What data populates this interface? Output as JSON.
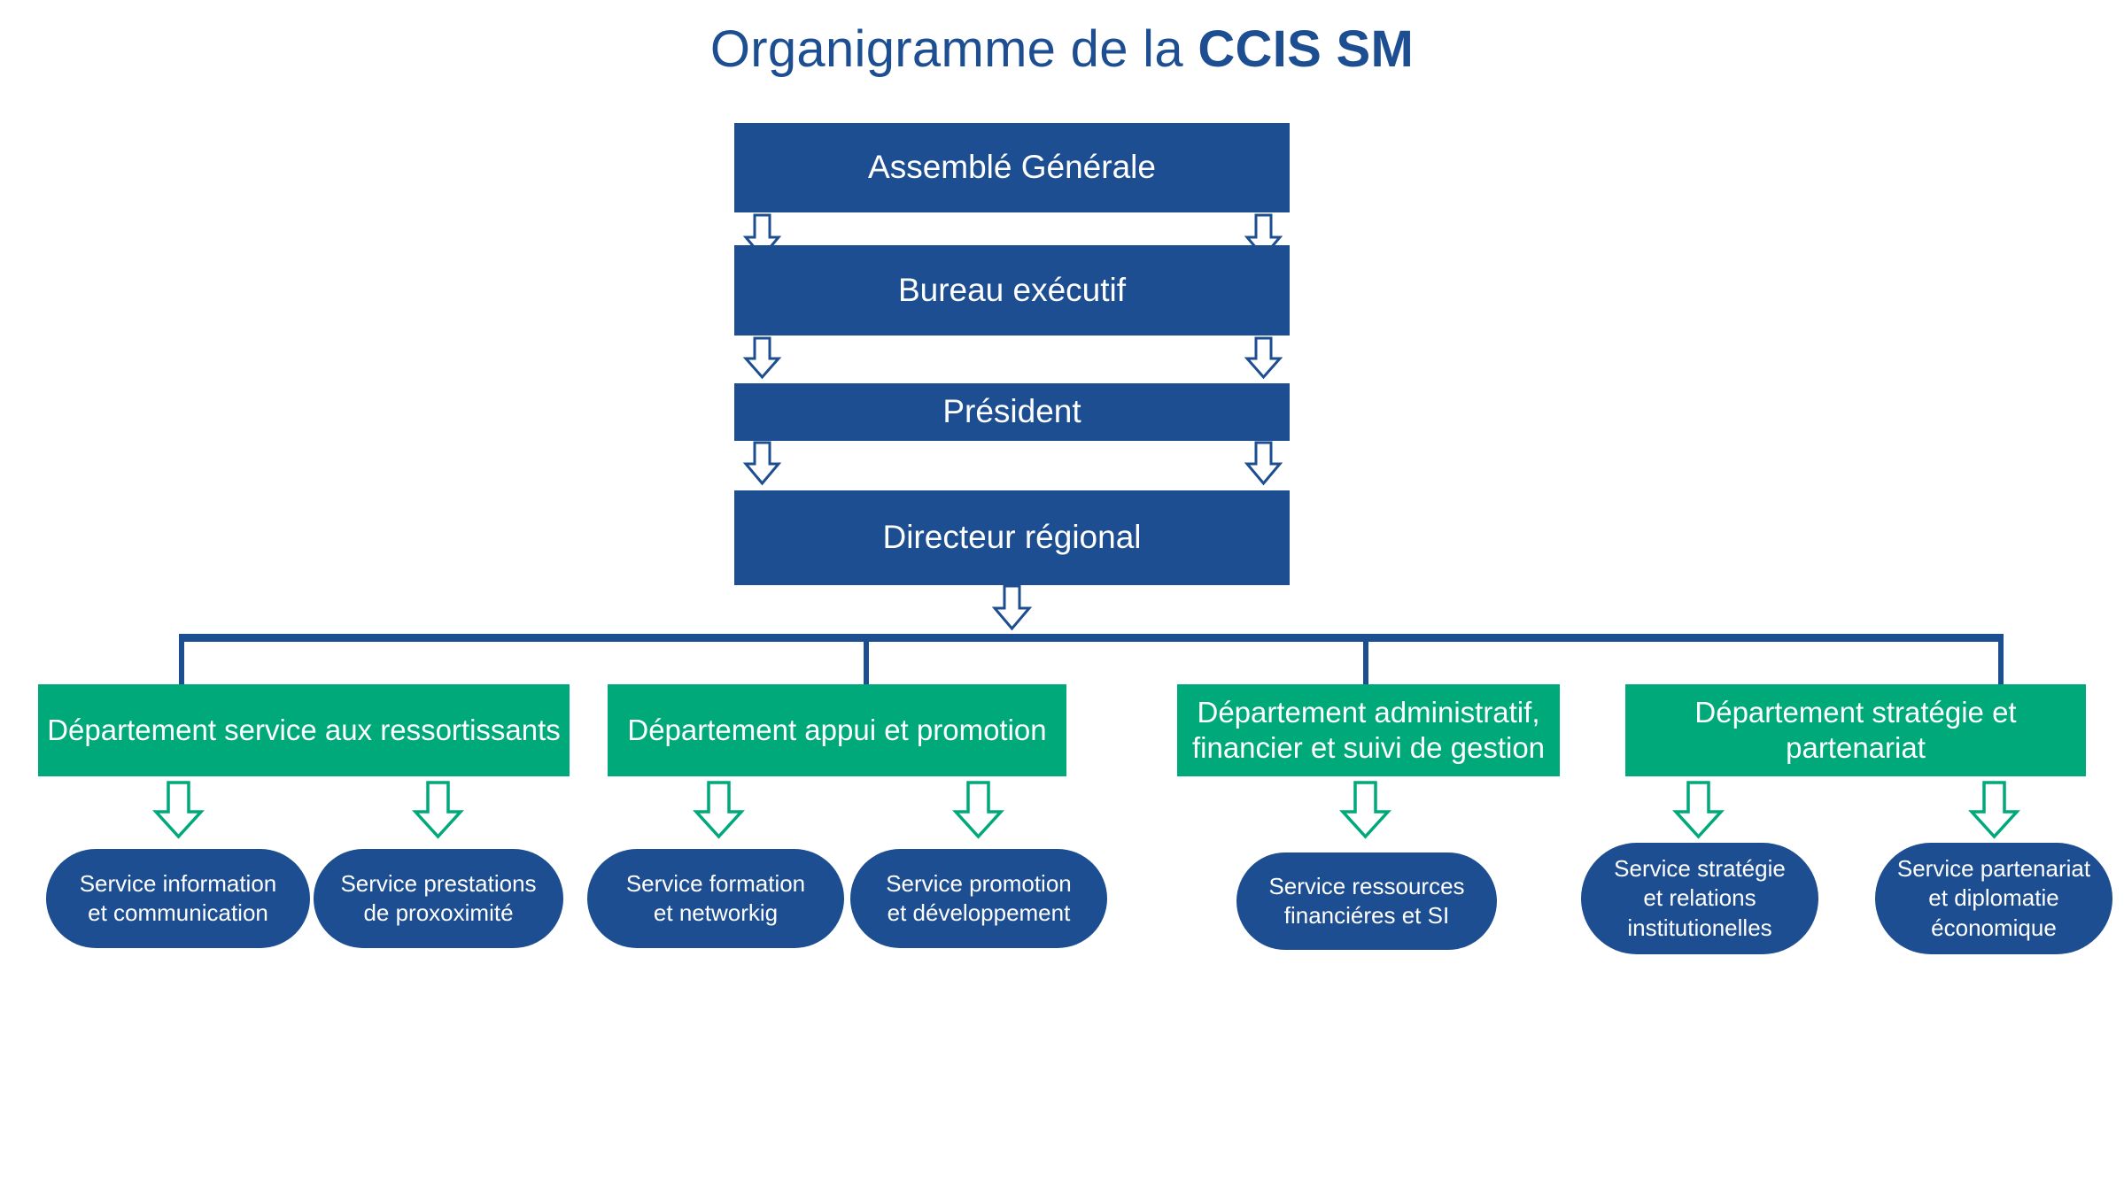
{
  "chart_data": {
    "type": "diagram",
    "title": "Organigramme de la CCIS SM",
    "levels": [
      "governance-chain",
      "departments",
      "services"
    ]
  },
  "title": {
    "plain": "Organigramme de la ",
    "bold": "CCIS SM"
  },
  "colors": {
    "blue": "#1D4E91",
    "green": "#00A97A",
    "text_on_fill": "#FFFFFF",
    "background": "#FFFFFF"
  },
  "chain": [
    {
      "label": "Assemblé Générale"
    },
    {
      "label": "Bureau exécutif"
    },
    {
      "label": "Président"
    },
    {
      "label": "Directeur régional"
    }
  ],
  "departments": [
    {
      "label": "Département service aux ressortissants"
    },
    {
      "label": "Département appui et promotion"
    },
    {
      "label": "Département administratif,\nfinancier et suivi de gestion"
    },
    {
      "label": "Département stratégie et partenariat"
    }
  ],
  "services": [
    {
      "label": "Service information\net communication"
    },
    {
      "label": "Service prestations\nde proxoximité"
    },
    {
      "label": "Service formation\net networkig"
    },
    {
      "label": "Service promotion\net développement"
    },
    {
      "label": "Service ressources\nfinanciéres et SI"
    },
    {
      "label": "Service stratégie\net relations\ninstitutionelles"
    },
    {
      "label": "Service partenariat\net diplomatie\néconomique"
    }
  ]
}
